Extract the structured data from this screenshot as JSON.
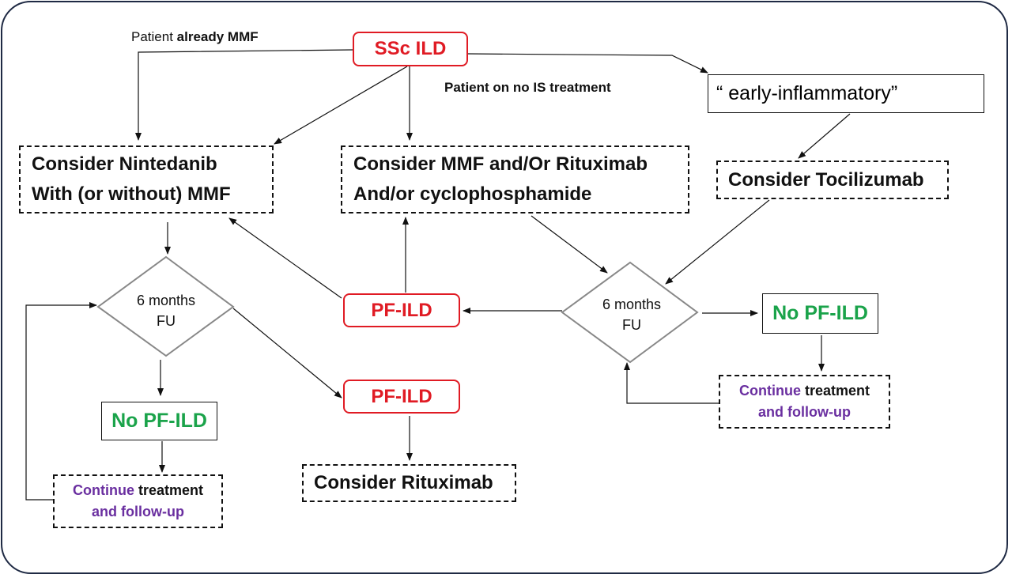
{
  "labels": {
    "already_mmf_prefix": "Patient ",
    "already_mmf_bold": "already MMF",
    "no_is": "Patient on no IS treatment"
  },
  "nodes": {
    "root": "SSc ILD",
    "early_inflammatory": "“ early-inflammatory”",
    "nintedanib_line1": "Consider Nintedanib",
    "nintedanib_line2": "With (or without) MMF",
    "mmf_line1": "Consider MMF and/Or Rituximab",
    "mmf_line2": "And/or cyclophosphamide",
    "tocilizumab": "Consider Tocilizumab",
    "fu_left_line1": "6 months",
    "fu_left_line2": "FU",
    "fu_right_line1": "6 months",
    "fu_right_line2": "FU",
    "pfild_middle": "PF-ILD",
    "pfild_lower": "PF-ILD",
    "no_pfild_left": "No PF-ILD",
    "no_pfild_right": "No PF-ILD",
    "rituximab": "Consider Rituximab",
    "continue_left_a": "Continue",
    "continue_left_b": " treatment",
    "continue_left_c": "and follow-up",
    "continue_right_a": "Continue",
    "continue_right_b": " treatment",
    "continue_right_c": "and follow-up"
  },
  "colors": {
    "red": "#e01b24",
    "green": "#1aa34a",
    "purple": "#6a2fa0",
    "frame": "#1f2a44"
  }
}
